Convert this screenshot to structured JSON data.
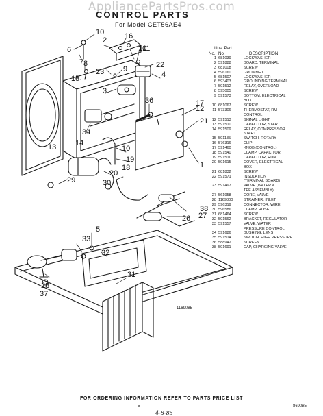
{
  "watermark": "AppliancePartsPros.com",
  "title": "CONTROL PARTS",
  "subtitle": "For Model CET56AE4",
  "figure_number": "1169085",
  "table": {
    "header_top": "Illus. Part",
    "header_no1": "No.",
    "header_no2": "No.",
    "header_desc": "DESCRIPTION",
    "rows": [
      {
        "n": "1",
        "part": "681039",
        "desc": "LOCKWASHER"
      },
      {
        "n": "2",
        "part": "591888",
        "desc": "BOARD, TERMINAL"
      },
      {
        "n": "3",
        "part": "681008",
        "desc": "SCREW"
      },
      {
        "n": "4",
        "part": "596160",
        "desc": "GROMMET"
      },
      {
        "n": "5",
        "part": "681507",
        "desc": "LOCKWASHER"
      },
      {
        "n": "6",
        "part": "593403",
        "desc": "GROUNDING TERMINAL"
      },
      {
        "n": "7",
        "part": "591512",
        "desc": "RELAY, OVERLOAD"
      },
      {
        "n": "8",
        "part": "595005",
        "desc": "SCREW"
      },
      {
        "n": "9",
        "part": "591573",
        "desc": "BOTTOM, ELECTRICAL"
      },
      {
        "n": "",
        "part": "",
        "desc": "BOX"
      },
      {
        "n": "10",
        "part": "681067",
        "desc": "SCREW"
      },
      {
        "n": "11",
        "part": "573306",
        "desc": "THERMOSTAT, RM"
      },
      {
        "n": "",
        "part": "",
        "desc": "CONTROL"
      },
      {
        "n": "12",
        "part": "591513",
        "desc": "SIGNAL LIGHT"
      },
      {
        "n": "13",
        "part": "591510",
        "desc": "CAPACITOR, START"
      },
      {
        "n": "14",
        "part": "591509",
        "desc": "RELAY, COMPRESSOR"
      },
      {
        "n": "",
        "part": "",
        "desc": "START"
      },
      {
        "n": "15",
        "part": "591135",
        "desc": "SWITCH, ROTARY"
      },
      {
        "n": "16",
        "part": "576316",
        "desc": "CLIP"
      },
      {
        "n": "17",
        "part": "591460",
        "desc": "KNOB (CONTROL)"
      },
      {
        "n": "18",
        "part": "591540",
        "desc": "CLAMP, CAPACITOR"
      },
      {
        "n": "19",
        "part": "591511",
        "desc": "CAPACITOR, RUN"
      },
      {
        "n": "20",
        "part": "591615",
        "desc": "COVER, ELECTRICAL"
      },
      {
        "n": "",
        "part": "",
        "desc": "BOX"
      },
      {
        "n": "21",
        "part": "681832",
        "desc": "SCREW"
      },
      {
        "n": "22",
        "part": "591571",
        "desc": "INSULATION"
      },
      {
        "n": "",
        "part": "",
        "desc": "(TERMINAL BOARD)"
      },
      {
        "n": "23",
        "part": "591497",
        "desc": "VALVE (WATER &"
      },
      {
        "n": "",
        "part": "",
        "desc": "TEE ASSEMBLY)"
      },
      {
        "n": "27",
        "part": "561958",
        "desc": "CORE, VALVE"
      },
      {
        "n": "28",
        "part": "1169800",
        "desc": "STRAINER, INLET"
      },
      {
        "n": "29",
        "part": "596319",
        "desc": "CONNECTOR, WIRE"
      },
      {
        "n": "30",
        "part": "596586",
        "desc": "CLAMP, HOSE"
      },
      {
        "n": "31",
        "part": "681464",
        "desc": "SCREW"
      },
      {
        "n": "32",
        "part": "591562",
        "desc": "BRACKET, REGULATOR"
      },
      {
        "n": "33",
        "part": "591557",
        "desc": "VALVE, WATER"
      },
      {
        "n": "",
        "part": "",
        "desc": "PRESSURE CONTROL"
      },
      {
        "n": "34",
        "part": "591686",
        "desc": "BUSHING, LENS"
      },
      {
        "n": "35",
        "part": "591514",
        "desc": "SWITCH, HIGH PRESSURE"
      },
      {
        "n": "36",
        "part": "588942",
        "desc": "SCREEN"
      },
      {
        "n": "38",
        "part": "591691",
        "desc": "CAP, CHARGING VALVE"
      }
    ]
  },
  "callouts": [
    "10",
    "6",
    "2",
    "16",
    "8",
    "10",
    "11",
    "7",
    "23",
    "9",
    "15",
    "3",
    "22",
    "4",
    "36",
    "17",
    "12",
    "21",
    "34",
    "14",
    "10",
    "13",
    "19",
    "1",
    "18",
    "20",
    "29",
    "30",
    "38",
    "27",
    "26",
    "33",
    "5",
    "32",
    "28",
    "37",
    "31"
  ],
  "order_note": "FOR ORDERING INFORMATION REFER TO PARTS PRICE LIST",
  "page_number": "5",
  "doc_number": "869085",
  "handwritten_note": "4-8-85"
}
